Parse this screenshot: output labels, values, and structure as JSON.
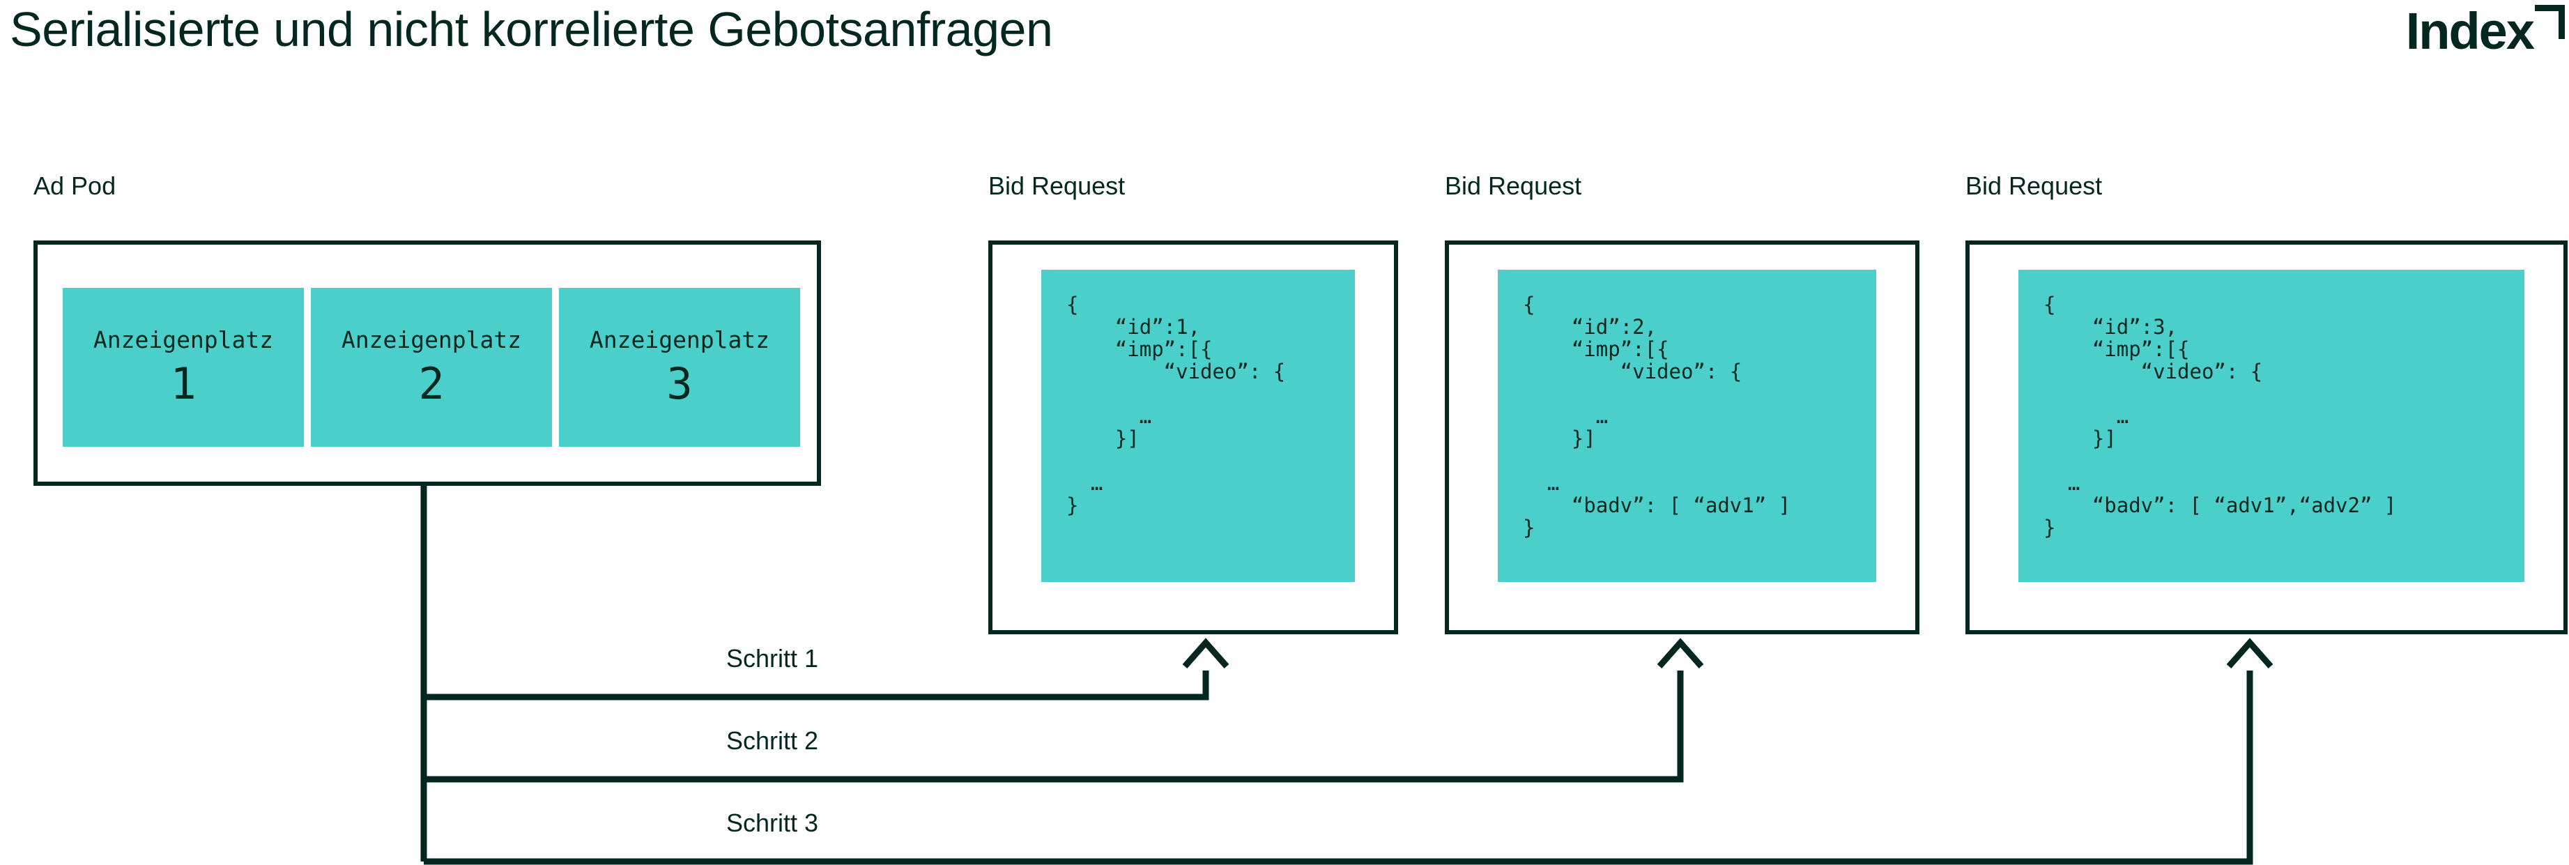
{
  "header": {
    "title": "Serialisierte und nicht korrelierte Gebotsanfragen",
    "logo_wordmark": "Index",
    "logo_icon": "corner-bracket-mark"
  },
  "colors": {
    "ink": "#04281f",
    "accent_teal": "#4ACFCB",
    "background": "#ffffff"
  },
  "ad_pod": {
    "label": "Ad Pod",
    "slots": [
      {
        "name": "Anzeigenplatz",
        "number": "1"
      },
      {
        "name": "Anzeigenplatz",
        "number": "2"
      },
      {
        "name": "Anzeigenplatz",
        "number": "3"
      }
    ]
  },
  "bid_requests": [
    {
      "label": "Bid Request",
      "code": "{\n    “id”:1,\n    “imp”:[{\n        “video”: {\n\n      …\n    }]\n\n  …\n}"
    },
    {
      "label": "Bid Request",
      "code": "{\n    “id”:2,\n    “imp”:[{\n        “video”: {\n\n      …\n    }]\n\n  …\n    “badv”: [ “adv1” ]\n}"
    },
    {
      "label": "Bid Request",
      "code": "{\n    “id”:3,\n    “imp”:[{\n        “video”: {\n\n      …\n    }]\n\n  …\n    “badv”: [ “adv1”,“adv2” ]\n}"
    }
  ],
  "steps": [
    {
      "label": "Schritt 1"
    },
    {
      "label": "Schritt 2"
    },
    {
      "label": "Schritt 3"
    }
  ]
}
